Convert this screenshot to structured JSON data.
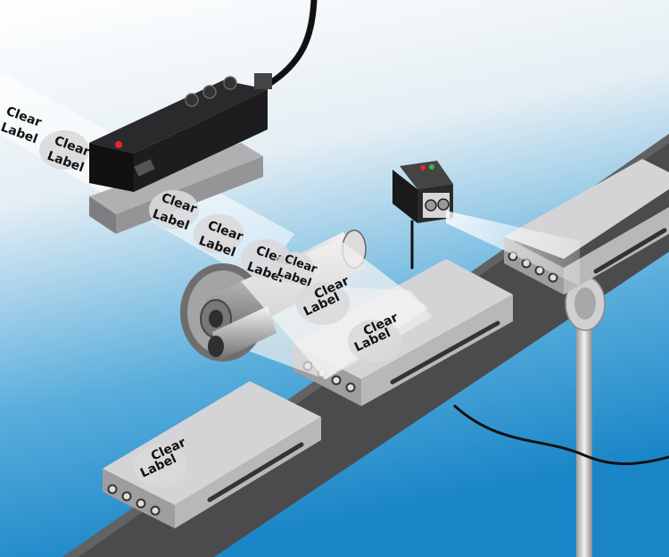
{
  "scene": {
    "background": {
      "top": "#ffffff",
      "bottom": "#1f8fd0"
    },
    "colors": {
      "conveyor": "#4b4b4d",
      "block": "#c9c9cb",
      "sensor_body": "#151515",
      "led_red": "#e8262c",
      "label_disc": "#d9d9db",
      "cable": "#111111"
    }
  },
  "labels": {
    "l01": [
      "Clear",
      "Label"
    ],
    "l02": [
      "Clear",
      "Label"
    ],
    "l03": [
      "Clear",
      "Label"
    ],
    "l04": [
      "Clear",
      "Label"
    ],
    "l05": [
      "Clear",
      "Label"
    ],
    "l06": [
      "Clear",
      "Label"
    ],
    "l07": [
      "Clear",
      "Label"
    ],
    "l08": [
      "Clear",
      "Label"
    ],
    "l09": [
      "Clear",
      "Label"
    ]
  },
  "components": {
    "icons": [
      "label-sensor-amplifier-icon",
      "fiber-optic-sensor-icon",
      "conveyor-icon",
      "roller-icon",
      "mounting-post-icon",
      "cable-icon"
    ]
  }
}
